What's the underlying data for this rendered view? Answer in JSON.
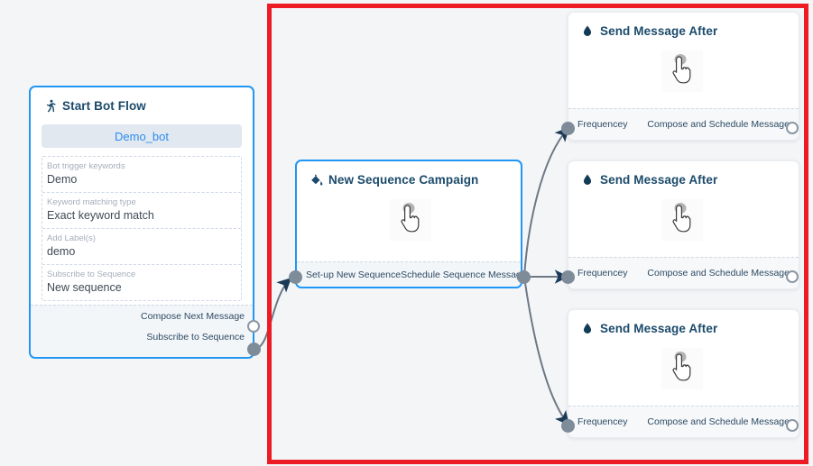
{
  "canvas": {
    "background": "#f4f5f7",
    "selection_color": "#ed1c24"
  },
  "start_node": {
    "title": "Start Bot Flow",
    "icon": "running-person-icon",
    "bot_chip": "Demo_bot",
    "fields": [
      {
        "label": "Bot trigger keywords",
        "value": "Demo"
      },
      {
        "label": "Keyword matching type",
        "value": "Exact keyword match"
      },
      {
        "label": "Add Label(s)",
        "value": "demo"
      },
      {
        "label": "Subscribe to Sequence",
        "value": "New sequence"
      }
    ],
    "ports": [
      {
        "label": "Compose Next Message",
        "style": "hollow"
      },
      {
        "label": "Subscribe to Sequence",
        "style": "filled"
      }
    ]
  },
  "campaign_node": {
    "title": "New Sequence Campaign",
    "icon": "paint-pour-icon",
    "body_icon": "pointing-hand-cursor-icon",
    "ports_left": "Set-up New Sequence",
    "ports_right": "Schedule Sequence Message"
  },
  "message_nodes": [
    {
      "title": "Send Message After",
      "icon": "droplet-icon",
      "body_icon": "pointing-hand-cursor-icon",
      "port_in": "Frequencey",
      "port_out": "Compose and Schedule Message"
    },
    {
      "title": "Send Message After",
      "icon": "droplet-icon",
      "body_icon": "pointing-hand-cursor-icon",
      "port_in": "Frequencey",
      "port_out": "Compose and Schedule Message"
    },
    {
      "title": "Send Message After",
      "icon": "droplet-icon",
      "body_icon": "pointing-hand-cursor-icon",
      "port_in": "Frequencey",
      "port_out": "Compose and Schedule Message"
    }
  ]
}
